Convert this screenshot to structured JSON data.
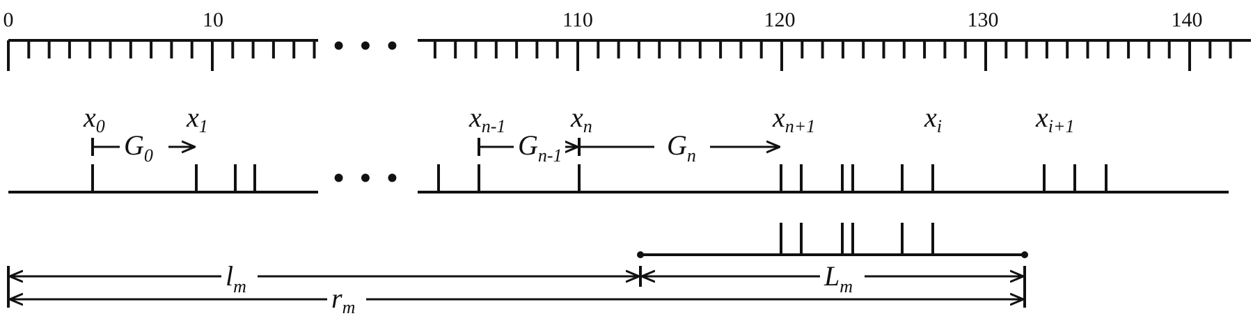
{
  "ruler": {
    "labels": [
      "0",
      "10",
      "110",
      "120",
      "130",
      "140"
    ],
    "ellipsis": "• • •"
  },
  "sequence": {
    "ellipsis": "• • •",
    "markers": [
      {
        "base": "x",
        "sub": "0"
      },
      {
        "base": "x",
        "sub": "1"
      },
      {
        "base": "x",
        "sub": "n-1"
      },
      {
        "base": "x",
        "sub": "n"
      },
      {
        "base": "x",
        "sub": "n+1"
      },
      {
        "base": "x",
        "sub": "i"
      },
      {
        "base": "x",
        "sub": "i+1"
      }
    ],
    "gaps": [
      {
        "base": "G",
        "sub": "0"
      },
      {
        "base": "G",
        "sub": "n-1"
      },
      {
        "base": "G",
        "sub": "n"
      }
    ]
  },
  "spans": {
    "l": {
      "base": "l",
      "sub": "m"
    },
    "L": {
      "base": "L",
      "sub": "m"
    },
    "r": {
      "base": "r",
      "sub": "m"
    }
  }
}
